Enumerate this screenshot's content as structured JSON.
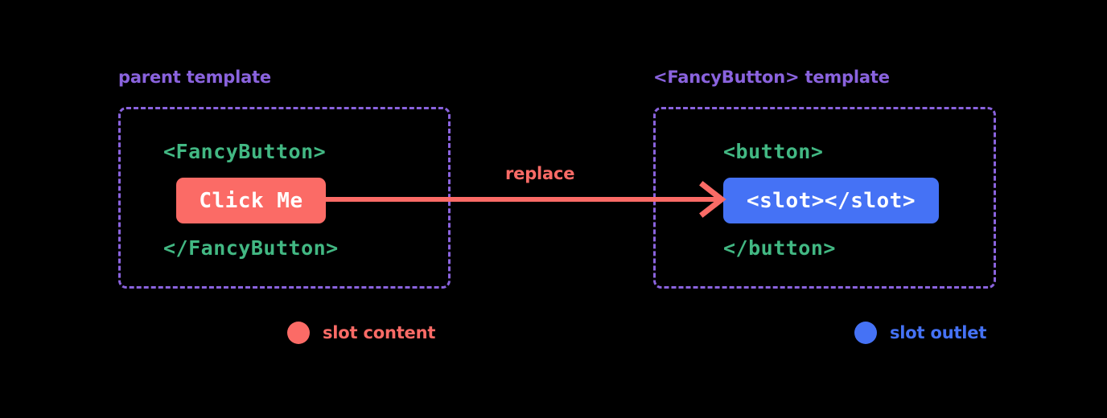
{
  "diagram": {
    "background_color": "#000000",
    "panels": [
      {
        "id": "parent",
        "title": "parent template",
        "title_color": "#8A63DE",
        "border_color": "#8A63DE",
        "open_tag": "<FancyButton>",
        "close_tag": "</FancyButton>",
        "tag_color": "#42B883",
        "chip": {
          "label": "Click Me",
          "background": "#FB6B66",
          "text_color": "#FFFFFF",
          "role": "slot content"
        }
      },
      {
        "id": "fancybutton",
        "title": "<FancyButton> template",
        "title_color": "#8A63DE",
        "border_color": "#8A63DE",
        "open_tag": "<button>",
        "close_tag": "</button>",
        "tag_color": "#42B883",
        "chip": {
          "label": "<slot></slot>",
          "background": "#4572F5",
          "text_color": "#FFFFFF",
          "role": "slot outlet"
        }
      }
    ],
    "arrow": {
      "label": "replace",
      "color": "#FB6B66",
      "direction": "left-to-right",
      "icon": "arrow-right-icon"
    },
    "legend": [
      {
        "label": "slot content",
        "color": "#FB6B66",
        "icon": "circle-icon"
      },
      {
        "label": "slot outlet",
        "color": "#4572F5",
        "icon": "circle-icon"
      }
    ]
  }
}
